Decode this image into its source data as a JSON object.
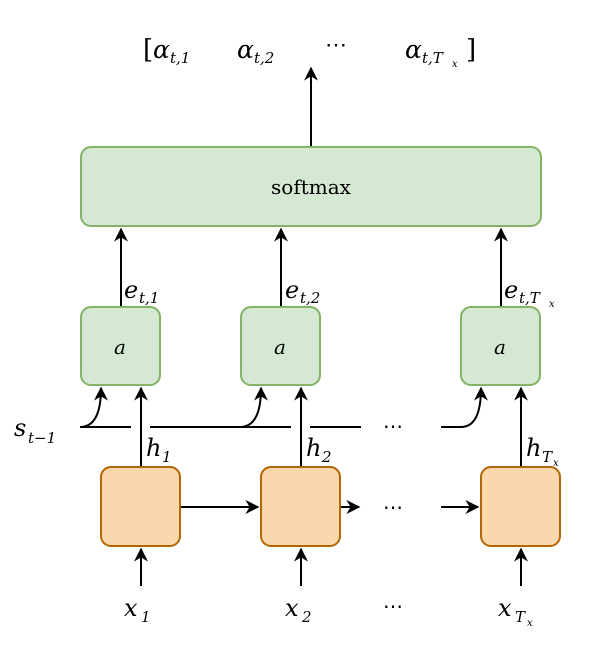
{
  "softmax_label": "softmax",
  "attention_label": "a",
  "outputs": {
    "open": "[",
    "close": "]",
    "alpha": "α",
    "sub1": "t,1",
    "sub2": "t,2",
    "subT": "t,T",
    "subT_x": "x",
    "dots": "⋯"
  },
  "energies": {
    "e": "e",
    "sub1": "t,1",
    "sub2": "t,2",
    "subT": "t,T",
    "subT_x": "x"
  },
  "state": {
    "s": "s",
    "sub": "t−1"
  },
  "hidden": {
    "h": "h",
    "sub1": "1",
    "sub2": "2",
    "subT": "T",
    "subT_x": "x"
  },
  "inputs": {
    "x": "x",
    "sub1": "1",
    "sub2": "2",
    "subT": "T",
    "subT_x": "x"
  },
  "dots": "⋯"
}
